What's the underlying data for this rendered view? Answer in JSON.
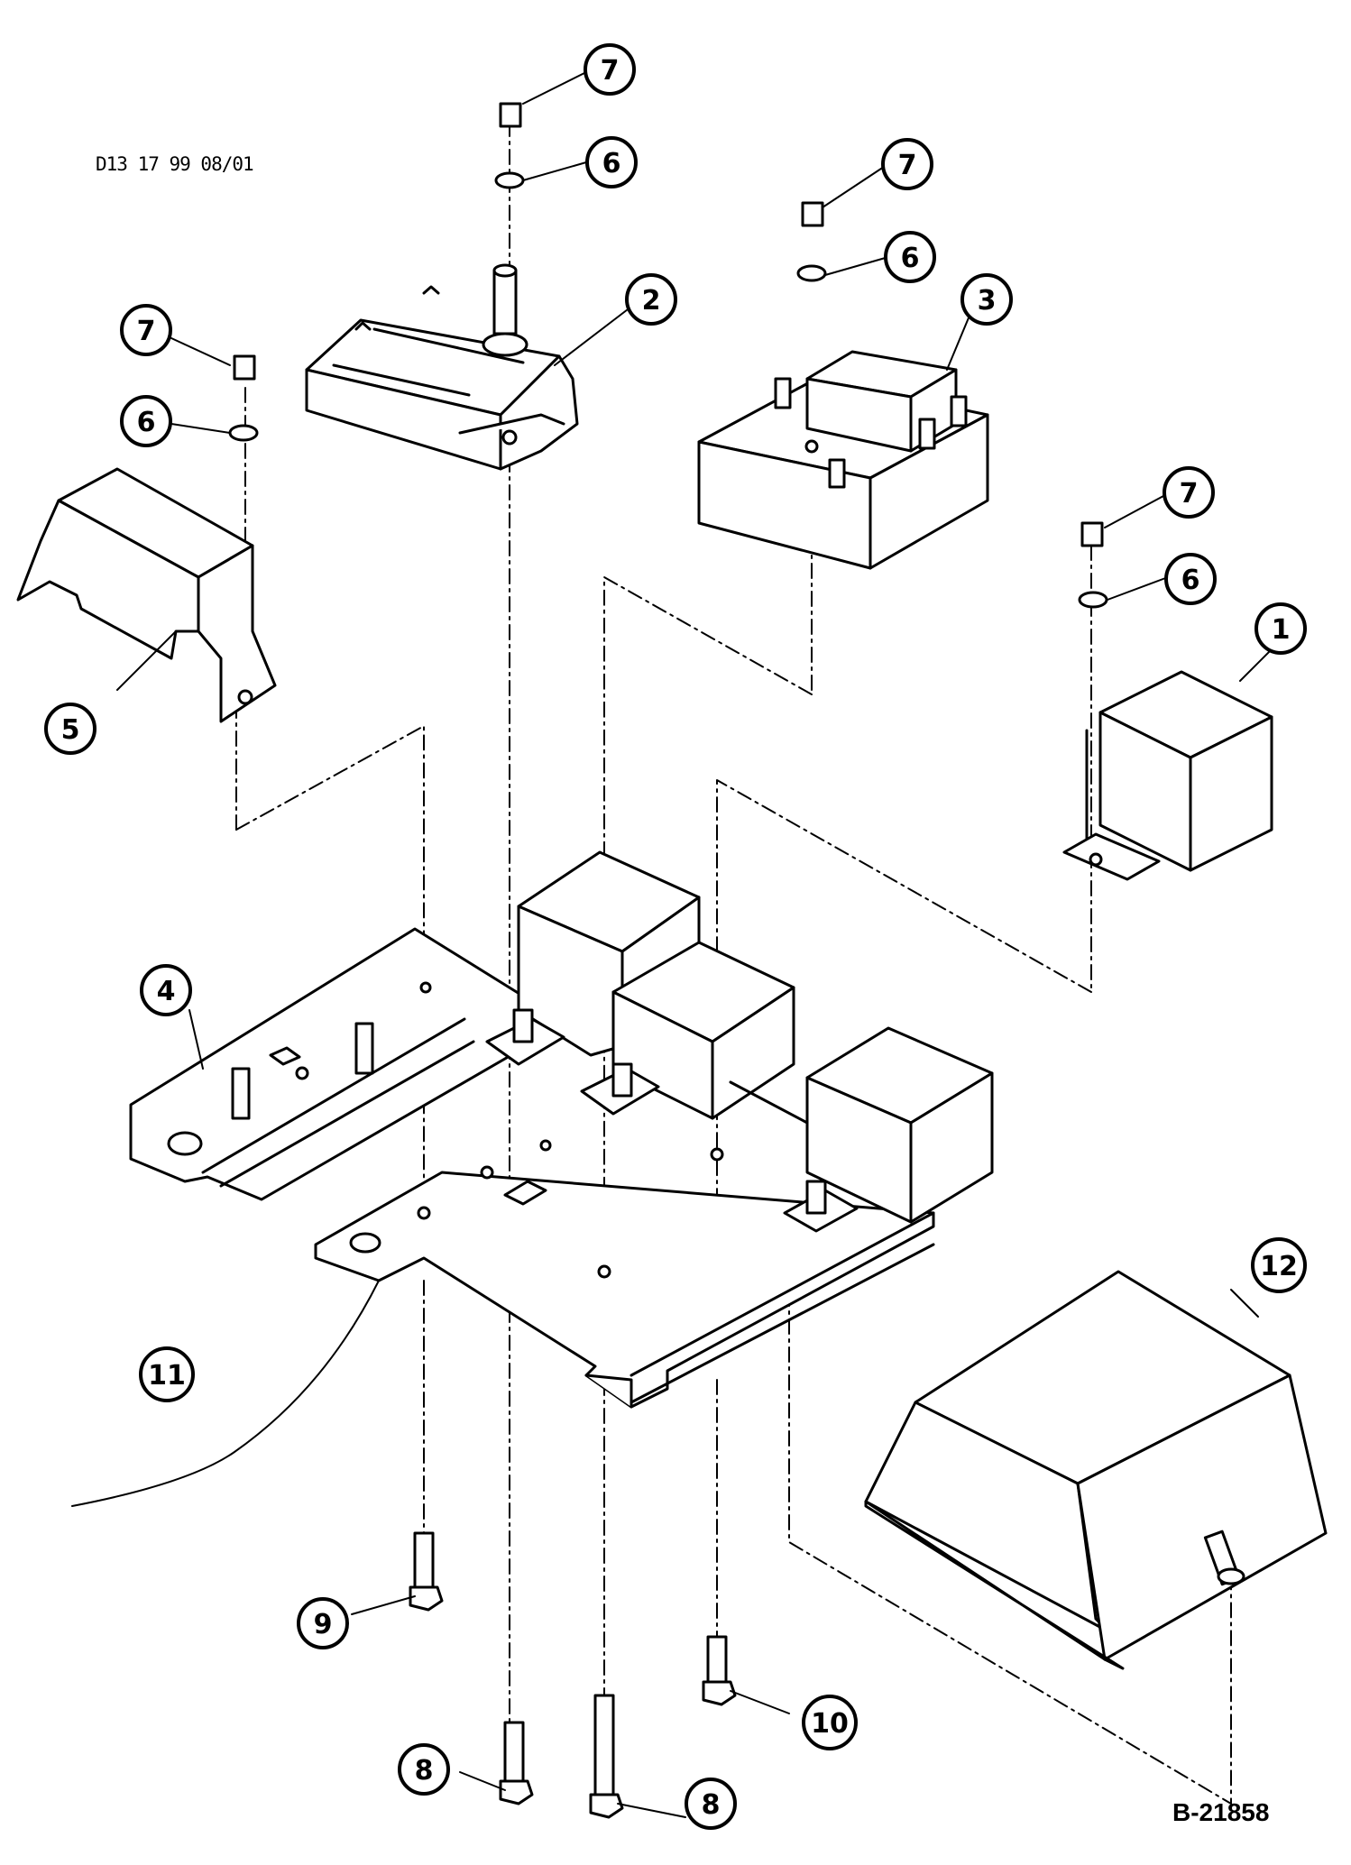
{
  "doc_code": "D13 17 99 08/01",
  "figure_id": "B-21858",
  "callouts": [
    "7",
    "6",
    "2",
    "7",
    "6",
    "3",
    "7",
    "6",
    "7",
    "6",
    "1",
    "5",
    "4",
    "12",
    "11",
    "9",
    "8",
    "8",
    "10"
  ],
  "colors": {
    "ink": "#000000",
    "paper": "#ffffff"
  }
}
